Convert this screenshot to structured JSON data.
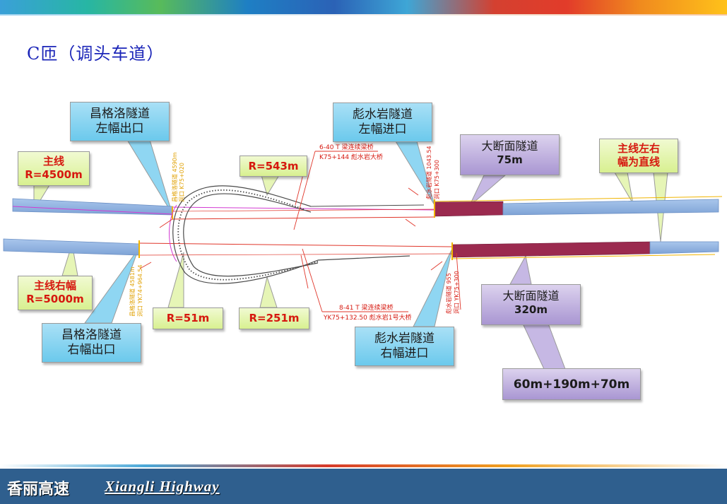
{
  "title": "C匝（调头车道）",
  "callouts": {
    "changgeluo_left": {
      "line1": "昌格洛隧道",
      "line2": "左幅出口"
    },
    "changgeluo_right": {
      "line1": "昌格洛隧道",
      "line2": "右幅出口"
    },
    "biaoshuiyan_left": {
      "line1": "彪水岩隧道",
      "line2": "左幅进口"
    },
    "biaoshuiyan_right": {
      "line1": "彪水岩隧道",
      "line2": "右幅进口"
    },
    "mainline_left": {
      "line1": "主线",
      "line2": "R=4500m"
    },
    "mainline_right": {
      "line1": "主线右幅",
      "line2": "R=5000m"
    },
    "mainline_straight": {
      "line1": "主线左右",
      "line2": "幅为直线"
    },
    "r543": "R=543m",
    "r51": "R=51m",
    "r251": "R=251m",
    "large_tunnel_75": {
      "line1": "大断面隧道",
      "line2": "75m"
    },
    "large_tunnel_320": {
      "line1": "大断面隧道",
      "line2": "320m"
    },
    "segments": "60m+190m+70m"
  },
  "drawing_labels": {
    "bridge_upper_line1": "6-40 T 梁连续梁桥",
    "bridge_upper_line2": "K75+144 彪水岩大桥",
    "bridge_lower_line1": "8-41 T 梁连续梁桥",
    "bridge_lower_line2": "YK75+132.50 彪水岩1号大桥",
    "portal_cgl_left_1": "昌格洛隧道 4590m",
    "portal_cgl_left_2": "洞口 K75+020",
    "portal_cgl_right_1": "昌格洛隧道 4581m",
    "portal_cgl_right_2": "洞口 YK74+964.54",
    "portal_bsy_left_1": "彪水岩隧道 1043.54",
    "portal_bsy_left_2": "洞口 K75+300",
    "portal_bsy_right_1": "彪水岩隧道 955",
    "portal_bsy_right_2": "洞口 YK75+300"
  },
  "footer": {
    "cn": "香丽高速",
    "en": "Xiangli Highway"
  },
  "colors": {
    "road_blue": "#94b6e2",
    "tunnel_red": "#9b2a4f",
    "portal_yellow": "#f0b400",
    "ramp_gray": "#4a4a4a",
    "red_line": "#e0362a",
    "magenta_line": "#d23ad2",
    "callout_blue": "#6bc9ec",
    "callout_green": "#d8f090",
    "callout_purple": "#a996d2",
    "footer_bg": "#2f5f8e",
    "title_color": "#1b25b8"
  }
}
